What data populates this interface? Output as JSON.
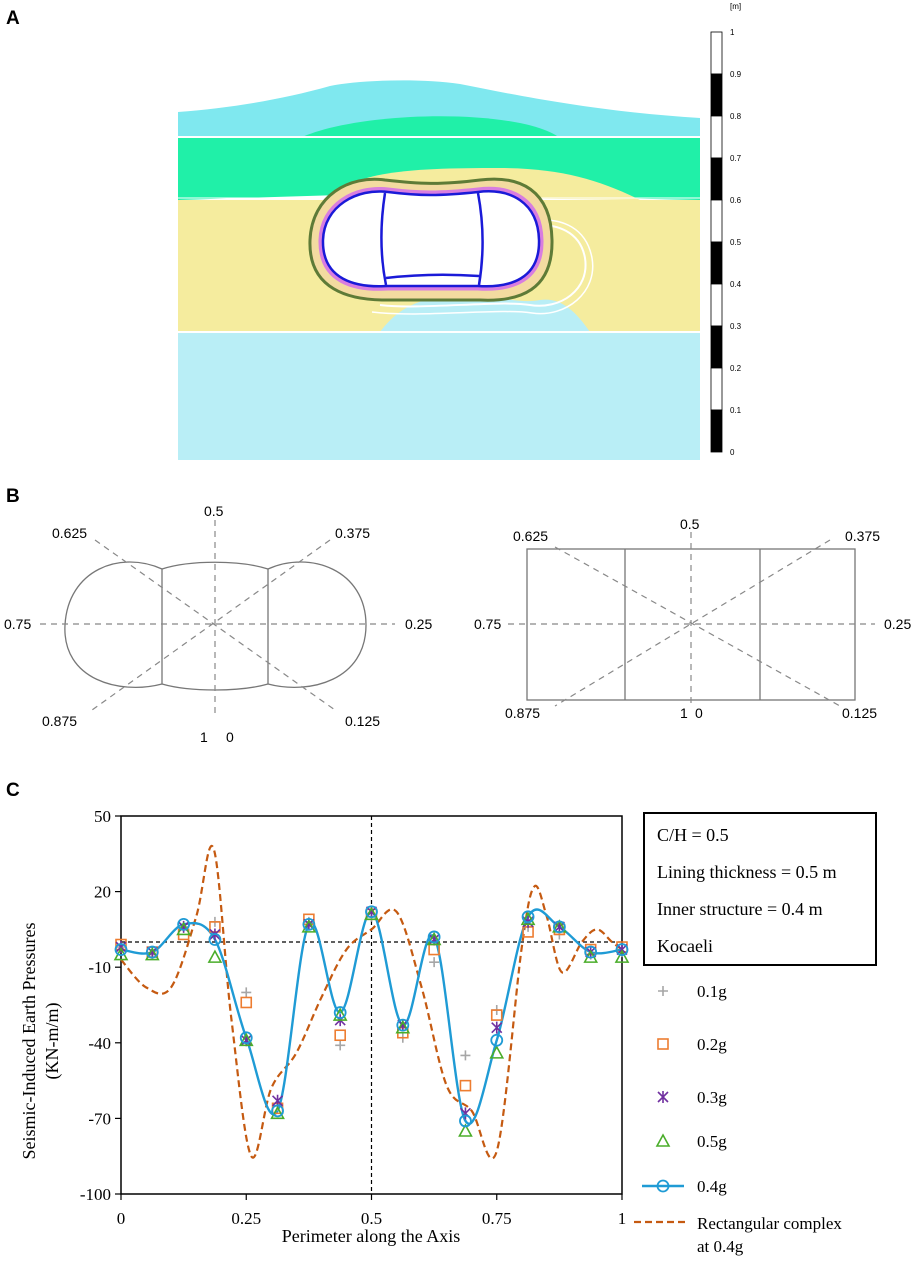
{
  "panels": {
    "a": "A",
    "b": "B",
    "c": "C"
  },
  "panel_a": {
    "scale_unit": "[m]",
    "scale_ticks": [
      "1",
      "0.9",
      "0.8",
      "0.7",
      "0.6",
      "0.5",
      "0.4",
      "0.3",
      "0.2",
      "0.1",
      "0"
    ],
    "colors": {
      "top_layer": "#7fe8ef",
      "green_layer": "#20f0a8",
      "yellow_layer": "#f5ec9e",
      "bottom_layer": "#b9eef6",
      "lining_outer": "#5e7b37",
      "lining_inner": "#1a1ad8",
      "lining_pink": "#d87de0"
    }
  },
  "panel_b": {
    "left": {
      "labels": [
        "0.5",
        "0.625",
        "0.375",
        "0.75",
        "0.25",
        "0.875",
        "0.125",
        "1",
        "0"
      ]
    },
    "right": {
      "labels": [
        "0.5",
        "0.625",
        "0.375",
        "0.75",
        "0.25",
        "0.875",
        "0.125",
        "1",
        "0"
      ]
    }
  },
  "chart_data": {
    "type": "scatter",
    "xlabel": "Perimeter along the Axis",
    "ylabel_line1": "Seismic-Induced Earth Pressures",
    "ylabel_line2": "(KN-m/m)",
    "xlim": [
      0,
      1
    ],
    "ylim": [
      -100,
      50
    ],
    "xticks": [
      "0",
      "0.25",
      "0.5",
      "0.75",
      "1"
    ],
    "yticks": [
      "50",
      "20",
      "-10",
      "-40",
      "-70",
      "-100"
    ],
    "reference_lines": {
      "x": 0.5,
      "y": 0
    },
    "annotation": [
      "C/H = 0.5",
      "Lining thickness = 0.5 m",
      "Inner structure = 0.4 m",
      "Kocaeli"
    ],
    "x": [
      0,
      0.0625,
      0.125,
      0.1875,
      0.25,
      0.3125,
      0.375,
      0.4375,
      0.5,
      0.5625,
      0.625,
      0.6875,
      0.75,
      0.8125,
      0.875,
      0.9375,
      1
    ],
    "series": [
      {
        "name": "0.1g",
        "marker": "plus",
        "color": "#a6a6a6",
        "values": [
          -2,
          -5,
          6,
          8,
          -20,
          -65,
          8,
          -41,
          10,
          -38,
          -8,
          -45,
          -27,
          6,
          3,
          -5,
          -4
        ]
      },
      {
        "name": "0.2g",
        "marker": "square",
        "color": "#ed7d31",
        "values": [
          -1,
          -4,
          3,
          6,
          -24,
          -66,
          9,
          -37,
          11,
          -36,
          -3,
          -57,
          -29,
          4,
          5,
          -3,
          -2
        ]
      },
      {
        "name": "0.3g",
        "marker": "star",
        "color": "#7030a0",
        "values": [
          -2,
          -4,
          6,
          3,
          -39,
          -63,
          7,
          -31,
          12,
          -33,
          1,
          -68,
          -34,
          8,
          6,
          -4,
          -3
        ]
      },
      {
        "name": "0.5g",
        "marker": "triangle",
        "color": "#4aad2a",
        "values": [
          -5,
          -5,
          5,
          -6,
          -39,
          -68,
          6,
          -29,
          11,
          -34,
          1,
          -75,
          -44,
          9,
          6,
          -6,
          -6
        ]
      },
      {
        "name": "0.4g",
        "marker": "circle-line",
        "color": "#1f9bd5",
        "values": [
          -3,
          -4,
          7,
          1,
          -38,
          -67,
          7,
          -28,
          12,
          -33,
          2,
          -71,
          -39,
          10,
          6,
          -4,
          -3
        ]
      },
      {
        "name_line1": "Rectangular complex",
        "name_line2": "at 0.4g",
        "marker": "dashed-line",
        "color": "#c55a11",
        "x": [
          0,
          0.05,
          0.1,
          0.15,
          0.185,
          0.22,
          0.26,
          0.3,
          0.35,
          0.4,
          0.45,
          0.5,
          0.55,
          0.6,
          0.65,
          0.7,
          0.75,
          0.8,
          0.825,
          0.85,
          0.88,
          0.92,
          0.95,
          0.98,
          1
        ],
        "values": [
          -7,
          -18,
          -18,
          10,
          37,
          -30,
          -85,
          -58,
          -44,
          -22,
          -3,
          5,
          12,
          -18,
          -57,
          -67,
          -83,
          -2,
          22,
          10,
          -12,
          0,
          5,
          0,
          -3
        ]
      }
    ]
  }
}
